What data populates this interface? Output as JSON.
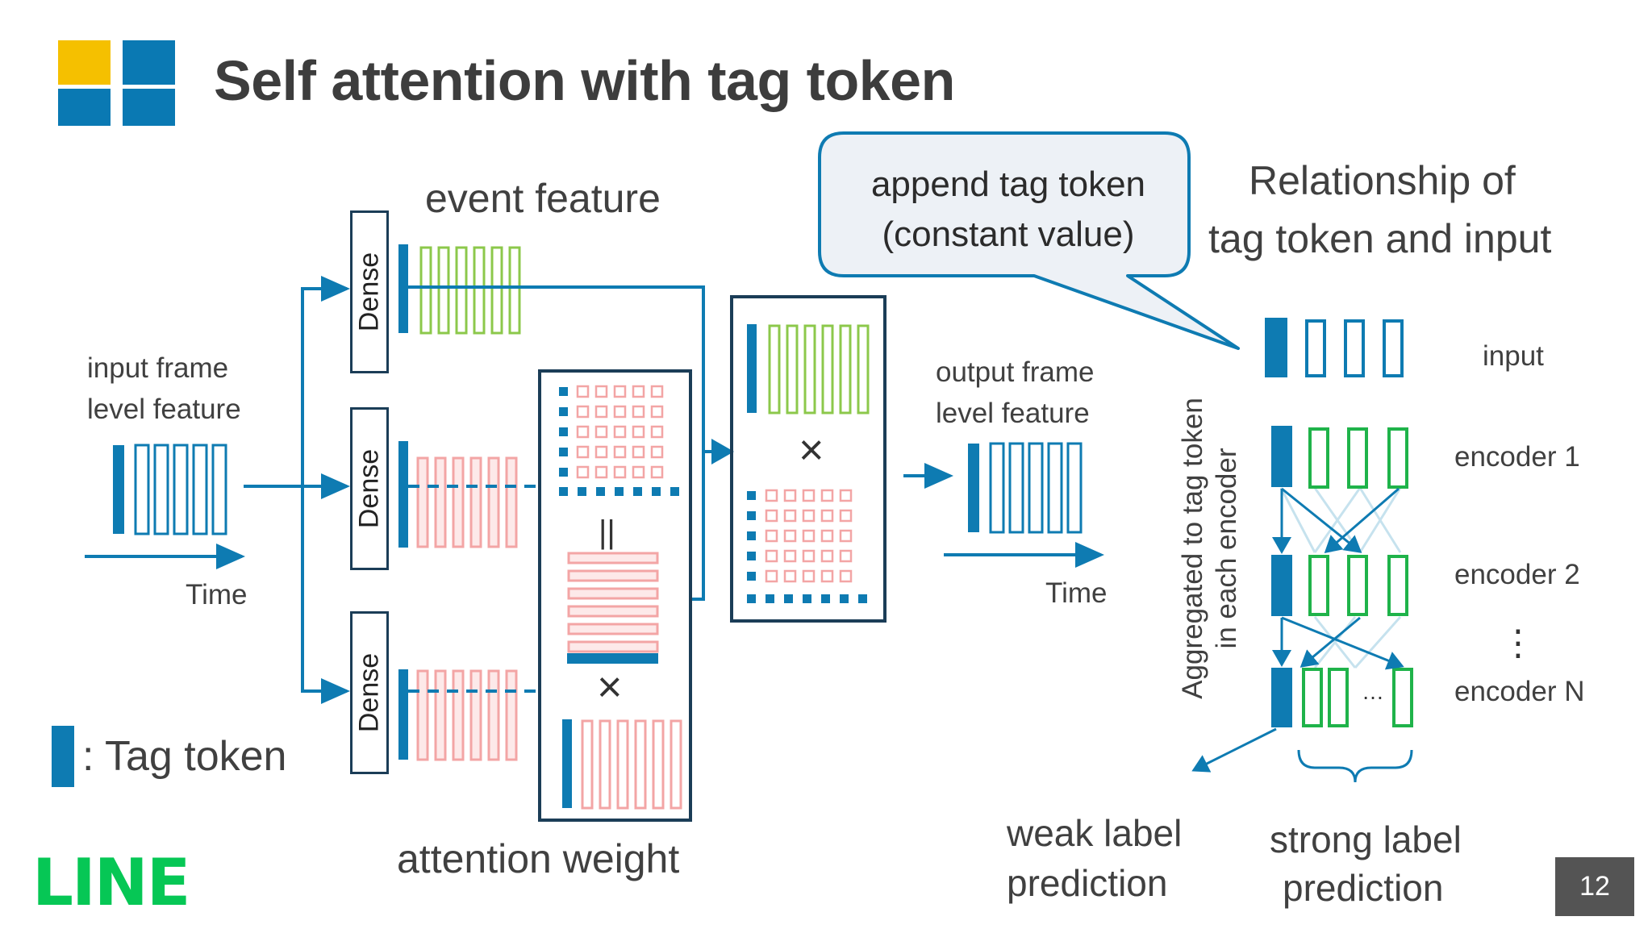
{
  "slide": {
    "title": "Self attention with tag token",
    "page_number": "12",
    "brand_logo": "LINE"
  },
  "labels": {
    "event_feature": "event feature",
    "input_frame_line1": "input frame",
    "input_frame_line2": "level feature",
    "time_left": "Time",
    "time_right": "Time",
    "output_frame_line1": "output frame",
    "output_frame_line2": "level feature",
    "dense": "Dense",
    "tag_token_legend": ": Tag token",
    "attention_weight": "attention weight",
    "equals_sign": "||",
    "times_sign": "×",
    "callout_line1": "append tag token",
    "callout_line2": "(constant value)",
    "relationship_line1": "Relationship of",
    "relationship_line2": "tag token and input",
    "aggregated_line1": "Aggregated to tag token",
    "aggregated_line2": "in each encoder",
    "row_input": "input",
    "row_encoder1": "encoder 1",
    "row_encoder2": "encoder 2",
    "row_dots": "⋮",
    "row_encoderN": "encoder N",
    "ellipsis": "…",
    "weak_line1": "weak label",
    "weak_line2": "prediction",
    "strong_line1": "strong label",
    "strong_line2": "prediction"
  },
  "colors": {
    "tag_blue": "#0e7bb2",
    "dark_navy": "#1b3d57",
    "green_event": "#8cc84b",
    "green_encoder": "#1fb34a",
    "pink_attention": "#f3a5a5",
    "logo_yellow": "#f5c000",
    "logo_blue": "#0a79b3",
    "line_green": "#06c755",
    "page_box": "#545454"
  }
}
